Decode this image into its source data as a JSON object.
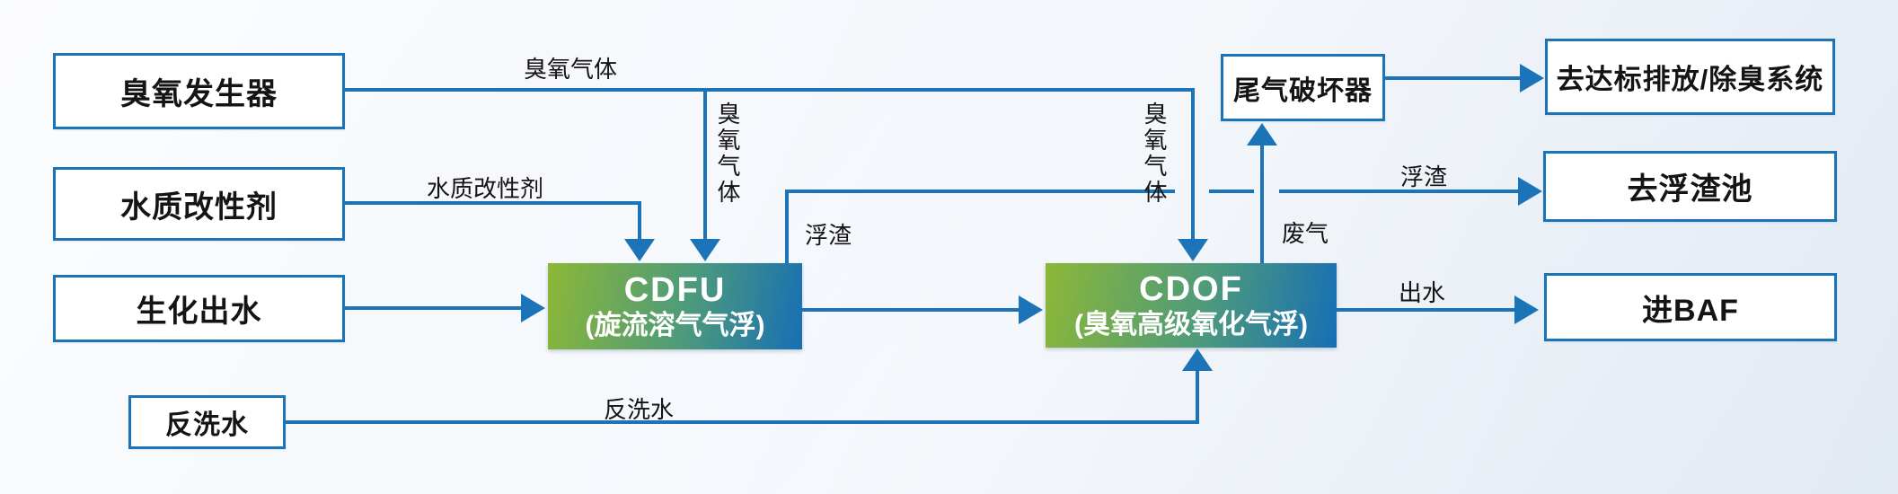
{
  "boxes": {
    "ozone_generator": "臭氧发生器",
    "water_modifier": "水质改性剂",
    "bio_effluent": "生化出水",
    "backwash_water": "反洗水",
    "tail_gas_destructor": "尾气破坏器",
    "discharge_deodorize": "去达标排放/除臭系统",
    "scum_pool": "去浮渣池",
    "to_baf": "进BAF"
  },
  "units": {
    "cdfu": {
      "title": "CDFU",
      "subtitle": "(旋流溶气气浮)"
    },
    "cdof": {
      "title": "CDOF",
      "subtitle": "(臭氧高级氧化气浮)"
    }
  },
  "flow_labels": {
    "ozone_gas_main": "臭氧气体",
    "ozone_gas_to_cdfu": "臭氧气体",
    "ozone_gas_to_cdof": "臭氧气体",
    "water_modifier_feed": "水质改性剂",
    "scum_from_cdfu": "浮渣",
    "scum_to_pool": "浮渣",
    "waste_gas": "废气",
    "effluent": "出水",
    "backwash_feed": "反洗水"
  },
  "colors": {
    "line-blue": "#1b74b8",
    "gradient-green": "#8cb737",
    "gradient-blue": "#176fb4",
    "bg-light": "#f5f8fc",
    "bg-dark": "#e7edf5",
    "text-dark": "#141414"
  }
}
